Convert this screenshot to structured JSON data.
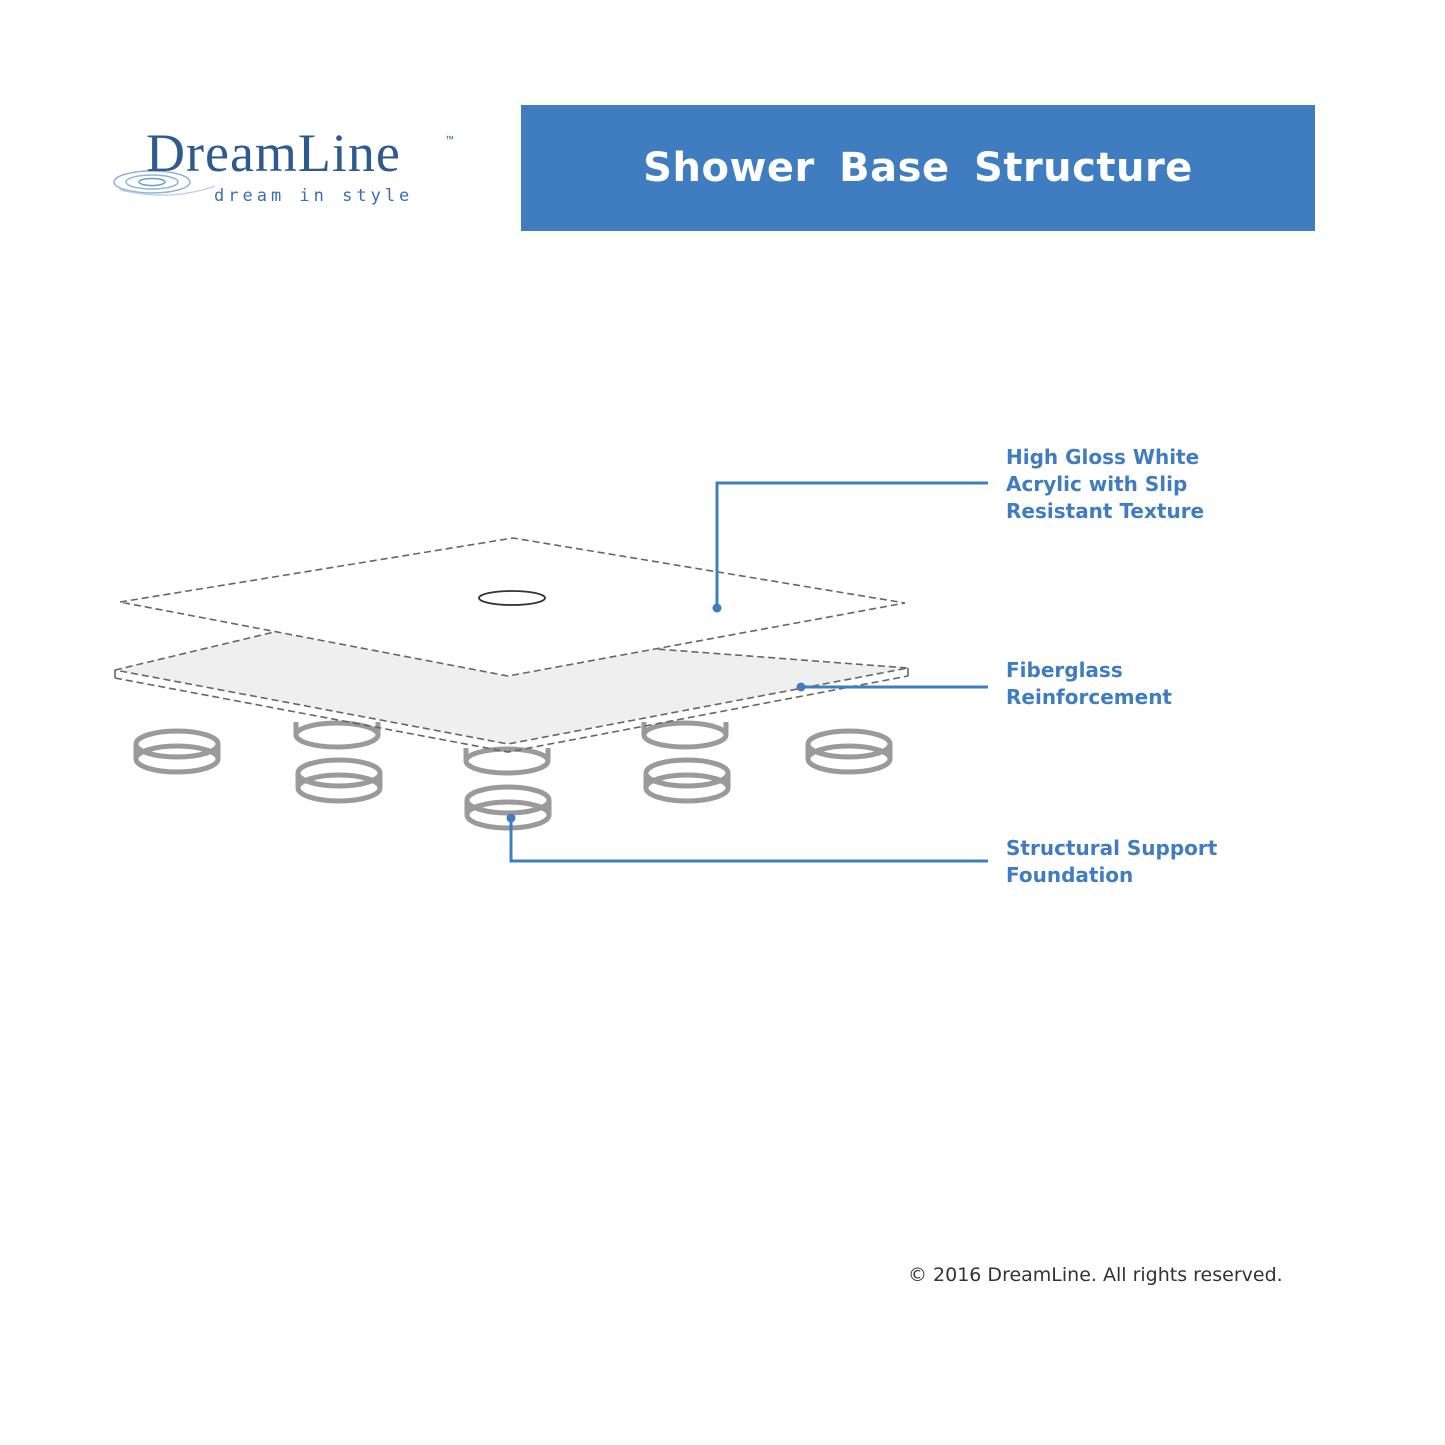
{
  "logo": {
    "name": "DreamLine",
    "trademark": "™",
    "tagline": "dream in style"
  },
  "header": {
    "title": "Shower Base Structure"
  },
  "callouts": [
    {
      "id": "acrylic",
      "text": "High Gloss White\nAcrylic with Slip\nResistant Texture"
    },
    {
      "id": "fiberglass",
      "text": "Fiberglass\nReinforcement"
    },
    {
      "id": "support",
      "text": "Structural Support\nFoundation"
    }
  ],
  "footer": {
    "copyright": "© 2016 DreamLine. All rights reserved."
  },
  "colors": {
    "accent": "#3f7dc0",
    "logo": "#2f5a8e",
    "ring": "#9a9a9a",
    "layer_fill": "#efefef",
    "dashed_outline": "#666666"
  },
  "icons": {
    "logo_mark": "water-ripple-icon",
    "support_piece": "support-ring-icon"
  }
}
